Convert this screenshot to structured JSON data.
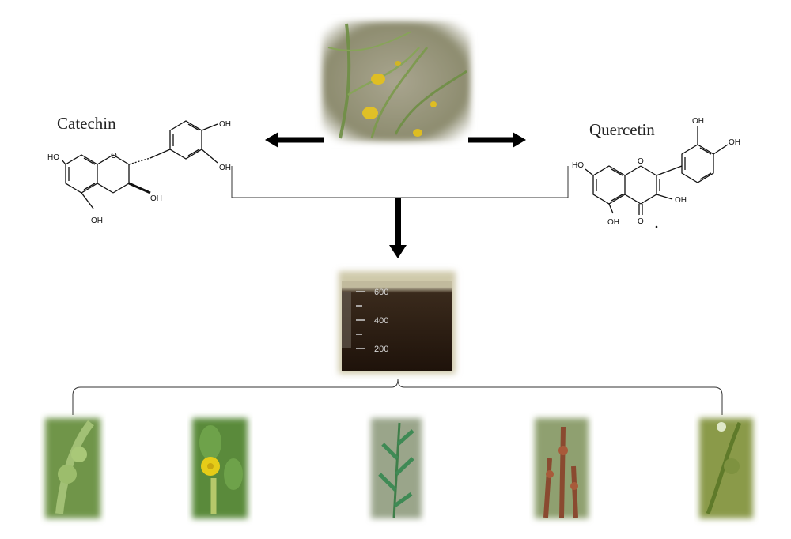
{
  "labels": {
    "left_compound": "Catechin",
    "right_compound": "Quercetin"
  },
  "structure_labels": {
    "oh": "OH",
    "ho": "HO",
    "o": "O"
  },
  "beaker": {
    "graduations": [
      "600",
      "400",
      "200"
    ]
  },
  "photos": {
    "source_plant": "yellow-flowered-plant-photo",
    "extract": "dark-extract-beaker-photo",
    "targets": [
      "amaranth-weed-photo",
      "purslane-weed-photo",
      "grass-weed-photo",
      "dock-weed-photo",
      "leafy-weed-photo"
    ]
  }
}
